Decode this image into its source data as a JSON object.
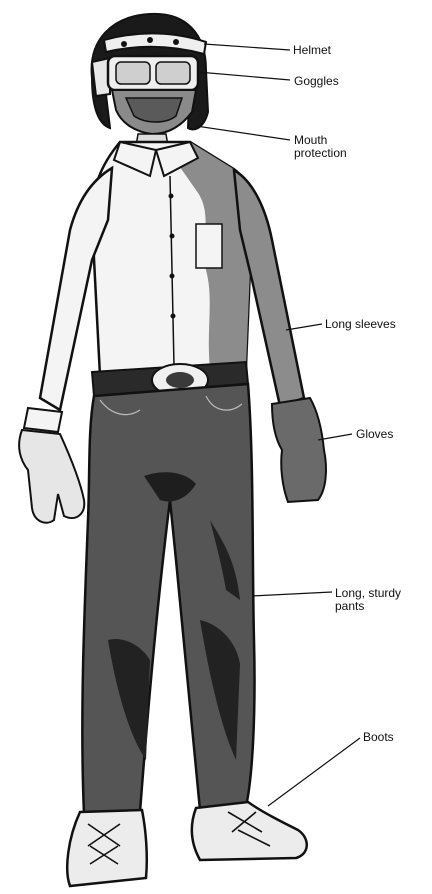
{
  "labels": {
    "helmet": "Helmet",
    "goggles": "Goggles",
    "mouth_line1": "Mouth",
    "mouth_line2": "protection",
    "sleeves": "Long sleeves",
    "gloves": "Gloves",
    "pants_line1": "Long, sturdy",
    "pants_line2": "pants",
    "boots": "Boots"
  },
  "colors": {
    "ink": "#111111",
    "shirt": "#f4f4f4",
    "shirt_shadow": "#8c8c8c",
    "pants": "#555555",
    "pants_shadow": "#222222",
    "boots": "#ececec",
    "helmet": "#1a1a1a"
  }
}
